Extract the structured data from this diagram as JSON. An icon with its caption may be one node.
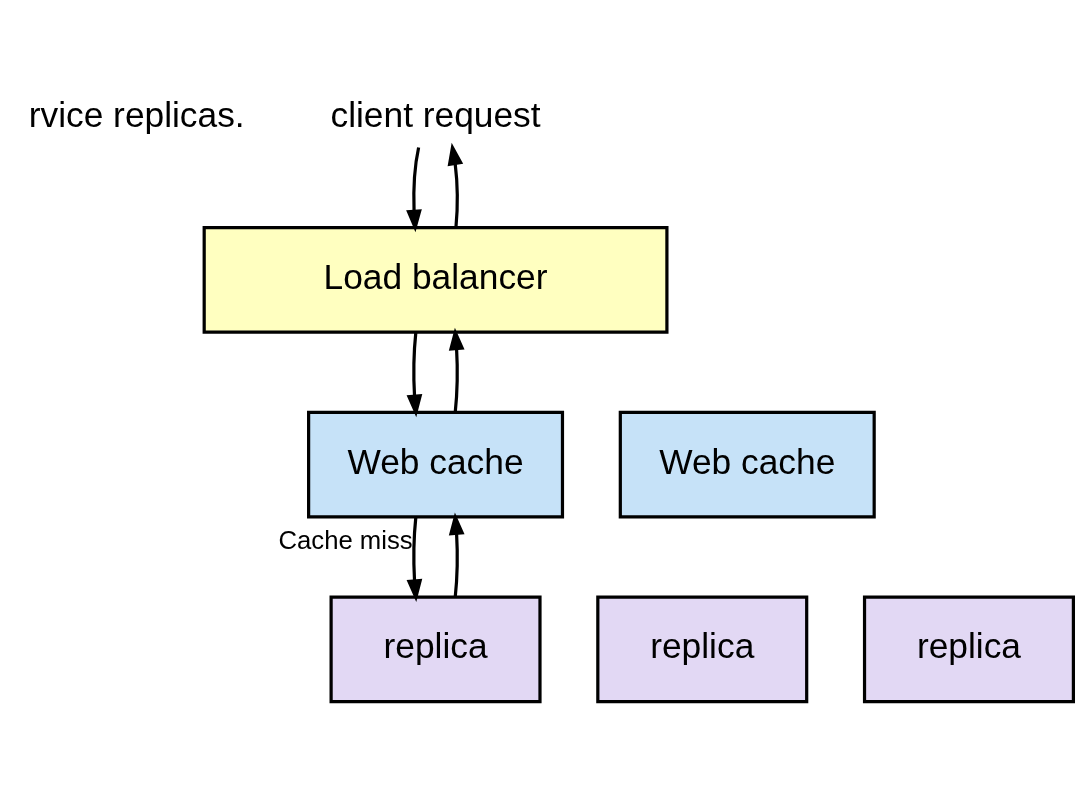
{
  "diagram": {
    "nodes": [
      {
        "text": [
          "client request"
        ]
      },
      {
        "text": [
          "Load balancer"
        ]
      },
      {
        "text": [
          "Web cache"
        ]
      },
      {
        "text": [
          "Web cache"
        ]
      },
      {
        "text": [
          "replica"
        ]
      },
      {
        "text": [
          "replica"
        ]
      },
      {
        "text": [
          "replica"
        ]
      }
    ],
    "edges": [
      {
        "from": 0,
        "to": 1,
        "arrow": "to"
      },
      {
        "from": 1,
        "to": 0,
        "arrow": "to"
      },
      {
        "from": 1,
        "to": 2,
        "arrow": "to"
      },
      {
        "from": 2,
        "to": 1,
        "arrow": "to"
      },
      {
        "from": 2,
        "to": 4,
        "arrow": "to",
        "label": "Cache miss"
      },
      {
        "from": 4,
        "to": 2,
        "arrow": "to"
      }
    ],
    "labels": [
      "rvice replicas."
    ]
  }
}
